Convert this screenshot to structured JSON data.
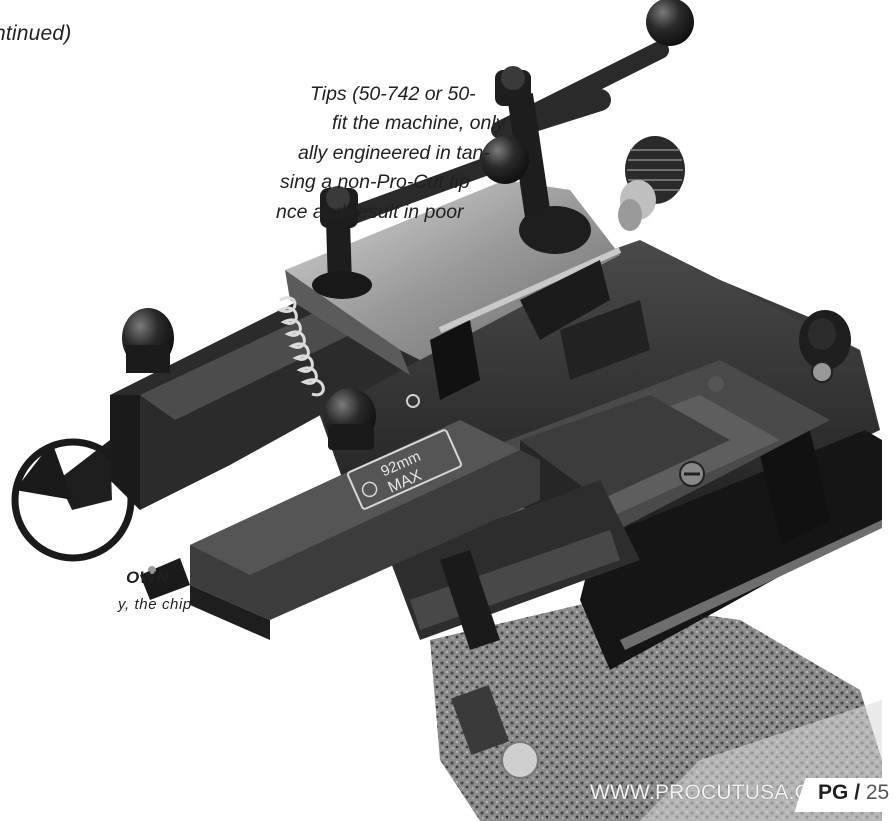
{
  "section": {
    "title": "ntinued)"
  },
  "paragraph": {
    "lines": [
      "Tips (50-742 or 50-",
      "fit the machine, only",
      "ally engineered in tan-",
      "sing a non-Pro-Cut tip",
      "nce and result in poor"
    ]
  },
  "callout": {
    "heading": "OWN",
    "body": "y, the chip"
  },
  "label_plate": {
    "size": "92mm",
    "max": "MAX"
  },
  "footer": {
    "url": "WWW.PROCUTUSA.COM",
    "page_label": "PG",
    "separator": "/",
    "page_number": "25"
  },
  "colors": {
    "text": "#231f20",
    "metal_dark": "#2b2b2b",
    "metal_mid": "#5a5a5a",
    "metal_light": "#bdbdbd"
  }
}
